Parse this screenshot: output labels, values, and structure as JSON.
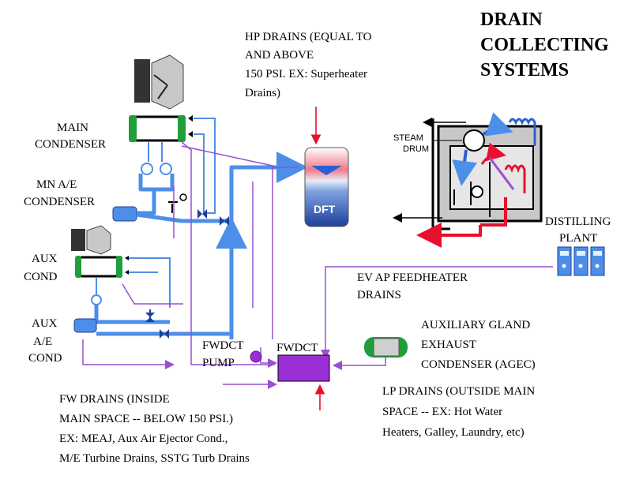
{
  "title": [
    "DRAIN",
    "COLLECTING",
    "SYSTEMS"
  ],
  "hp_drains": [
    "HP DRAINS (EQUAL TO",
    "AND ABOVE",
    "150 PSI. EX: Superheater",
    "Drains)"
  ],
  "main_condenser": [
    "MAIN",
    "CONDENSER"
  ],
  "mn_ae_condenser": [
    "MN A/E",
    "CONDENSER"
  ],
  "aux_cond": [
    "AUX",
    "COND"
  ],
  "aux_ae_cond": [
    "AUX",
    "A/E",
    "COND"
  ],
  "dft": "DFT",
  "steam_drum": [
    "STEAM",
    "DRUM"
  ],
  "distilling_plant": [
    "DISTILLING",
    "PLANT"
  ],
  "evap_feedheater": [
    "EV AP FEEDHEATER",
    "DRAINS"
  ],
  "fwdct_pump": [
    "FWDCT",
    "PUMP"
  ],
  "fwdct": "FWDCT",
  "agec": [
    "AUXILIARY GLAND",
    "EXHAUST",
    "CONDENSER (AGEC)"
  ],
  "fw_drains": [
    "FW DRAINS (INSIDE",
    "MAIN SPACE -- BELOW 150 PSI.)",
    "EX: MEAJ, Aux Air Ejector Cond.,",
    "M/E Turbine Drains, SSTG Turb Drains"
  ],
  "lp_drains": [
    "LP DRAINS (OUTSIDE MAIN",
    "SPACE -- EX: Hot Water",
    "Heaters, Galley, Laundry, etc)"
  ],
  "colors": {
    "feed_pipe": "#4d8fe8",
    "drain_line": "#9a4fd0",
    "hp_line": "#e8102c",
    "fwdct_tank": "#9b2fd6",
    "condenser_end": "#1f9e3a"
  }
}
